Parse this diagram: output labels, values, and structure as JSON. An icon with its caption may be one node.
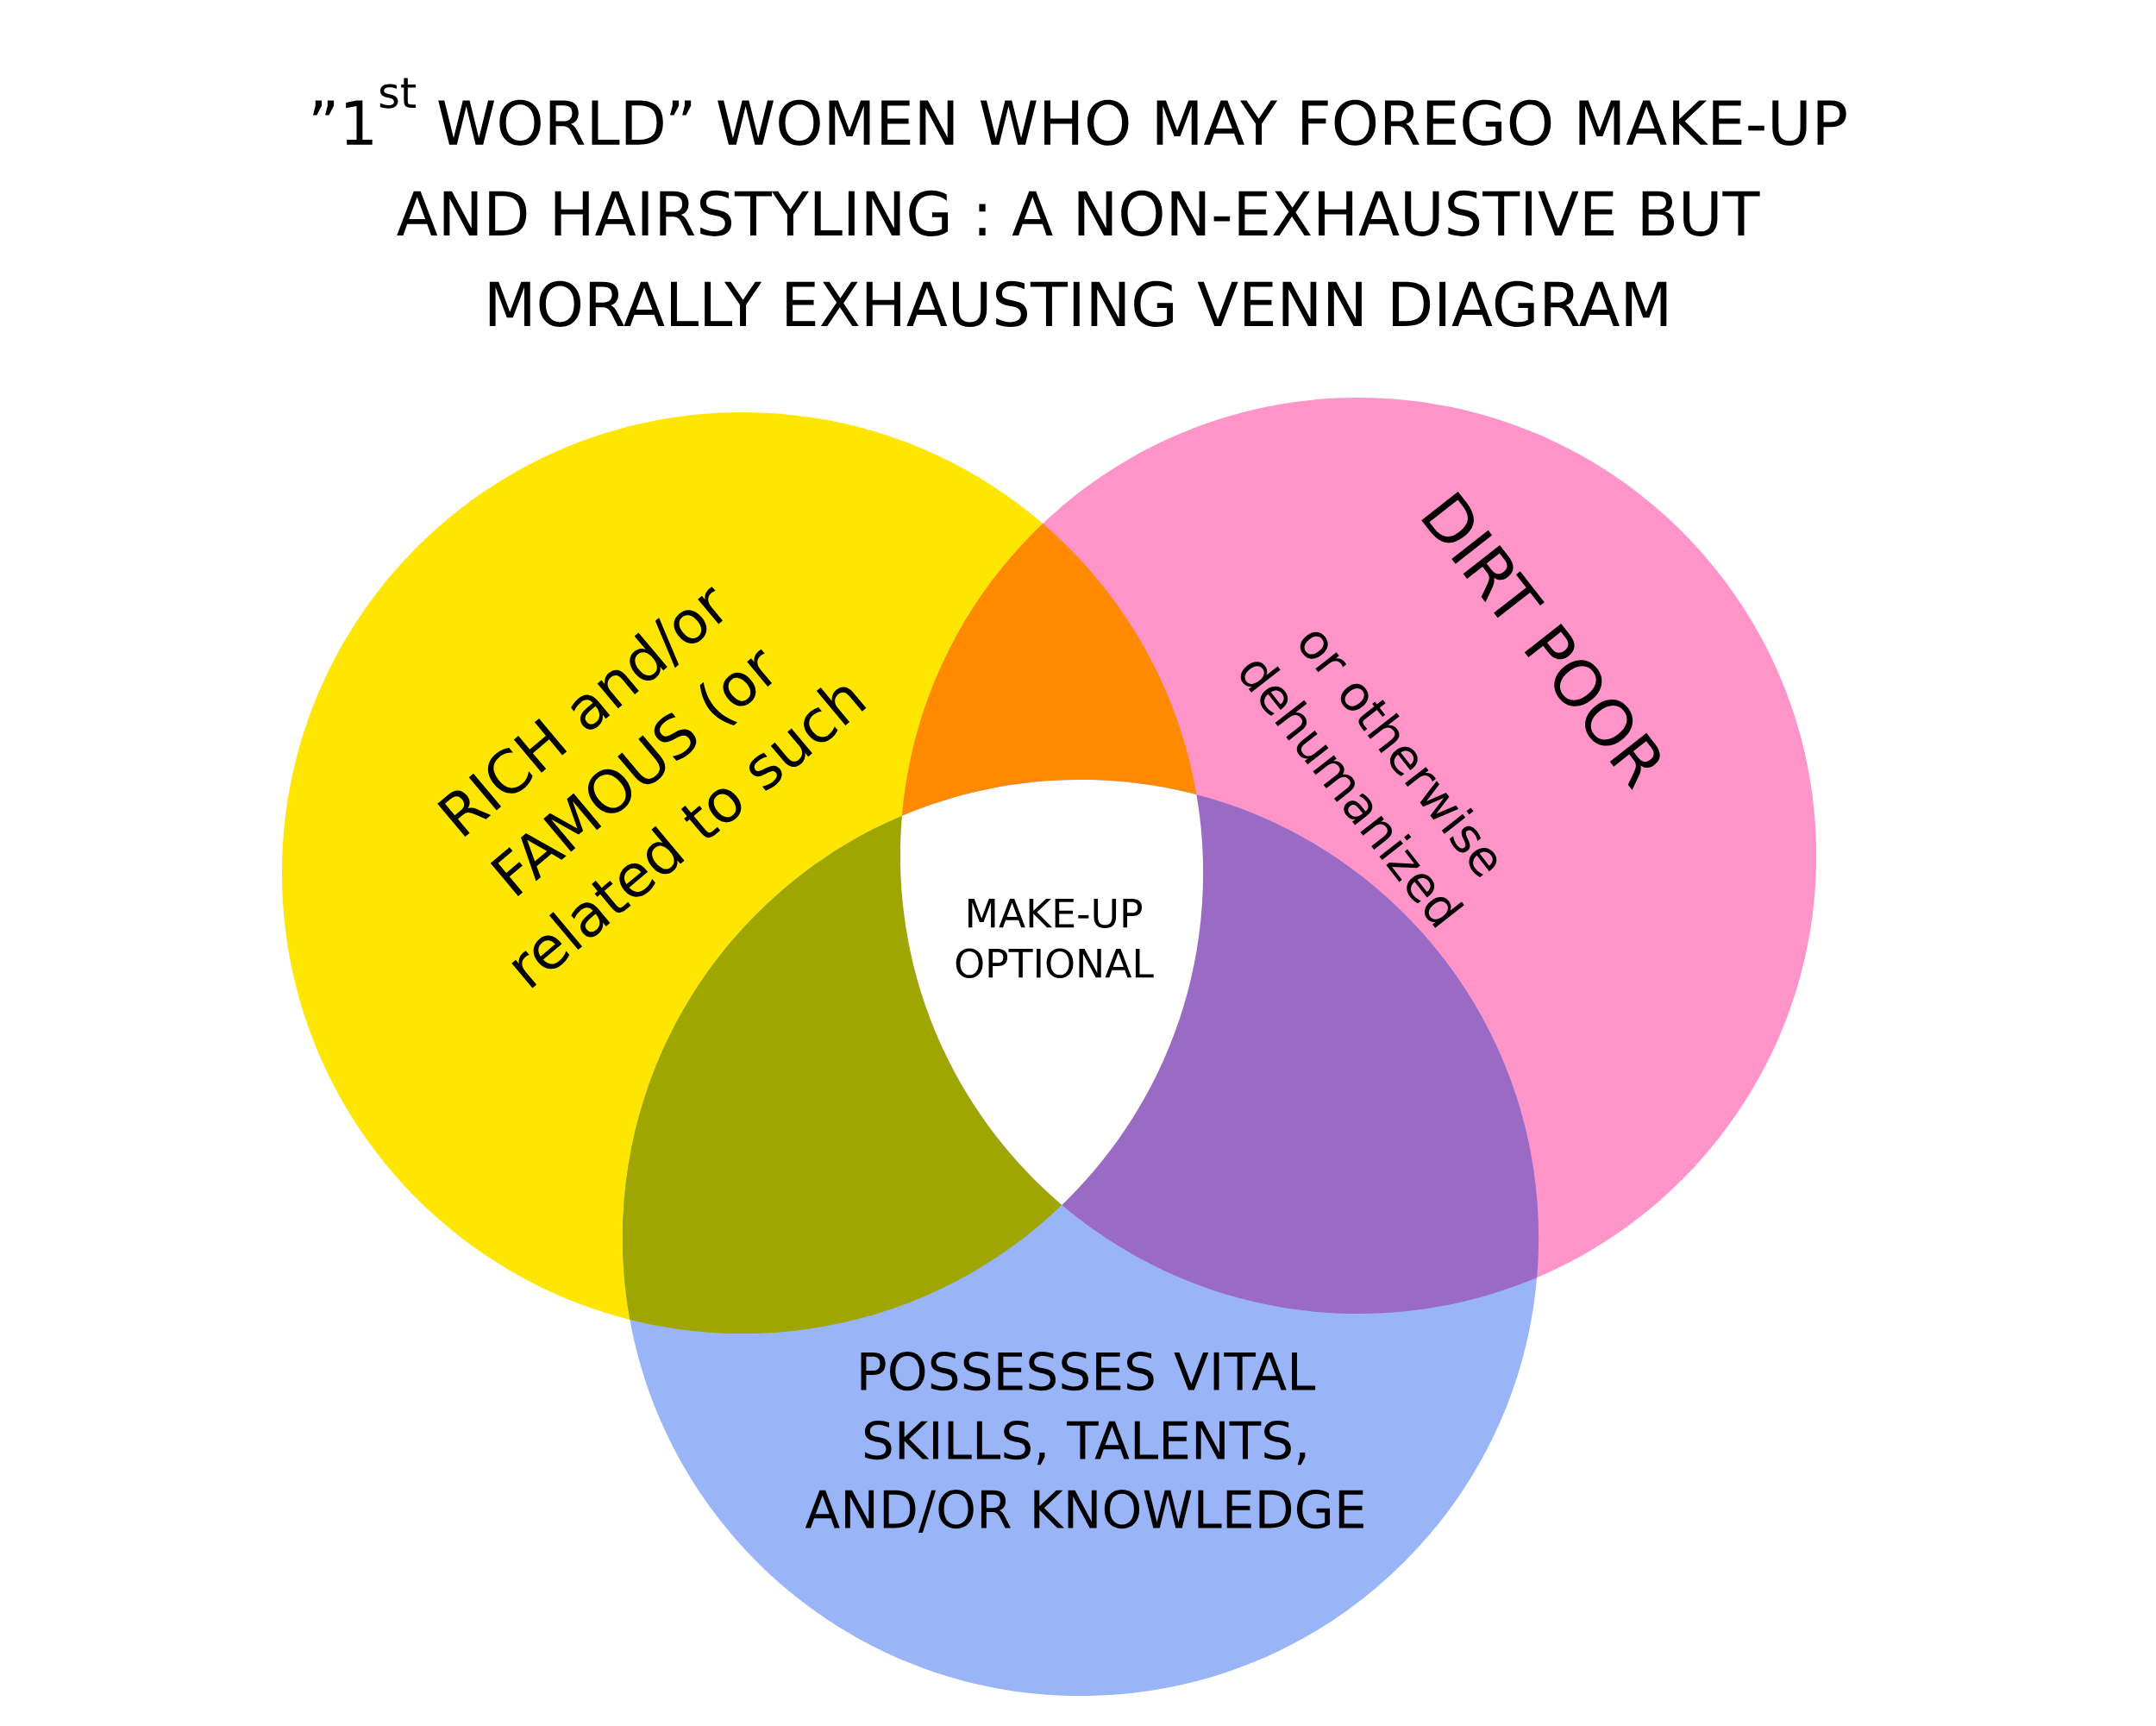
{
  "diagram": {
    "title": "\\begin{array}{c}\\text{\"1}^{\\text{st}}\\text{ WORLD\" WOMEN WHO MAY FOREGO MAKE-UP}\\\\ \\text{AND HAIRSTYLING : A NON-EXHAUSTIVE BUT}\\\\ \\text{MORALLY EXHAUSTING VENN DIAGRAM}\\end{array}",
    "nodes": [
      {
        "text": [
          "RICH and/or FAMOUS (or related to such"
        ]
      },
      {
        "text": [
          "DIRT POOR",
          "or otherwise dehumanized"
        ]
      },
      {
        "text": [
          "POSSESSES VITAL SKILLS, TALENTS, AND/OR KNOWLEDGE"
        ]
      }
    ],
    "labels": [
      "MAKE-UP OPTIONAL"
    ]
  }
}
